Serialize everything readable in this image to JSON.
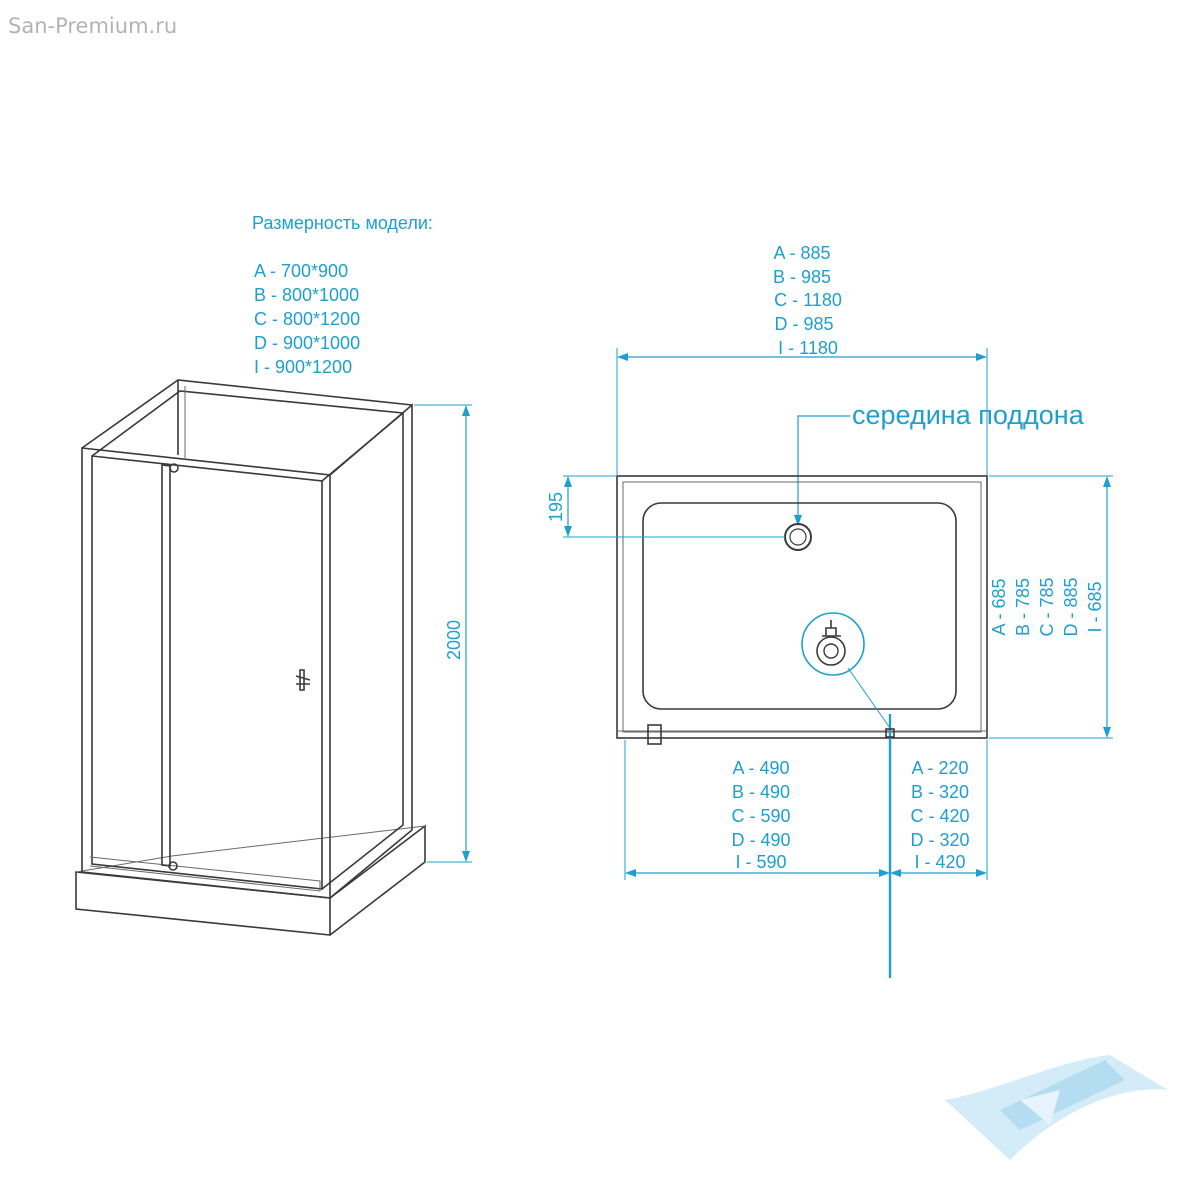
{
  "watermark": "San-Premium.ru",
  "model_sizes": {
    "title": "Размерность модели:",
    "items": [
      "A - 700*900",
      "B - 800*1000",
      "C - 800*1200",
      "D - 900*1000",
      "I   - 900*1200"
    ]
  },
  "height_dim": "2000",
  "top_dims": [
    "A - 885",
    "B - 985",
    "C - 1180",
    "D - 985",
    "I - 1180"
  ],
  "center_label": "середина поддона",
  "drain_offset": "195",
  "side_dims": [
    "A - 685",
    "B - 785",
    "C - 785",
    "D - 885",
    "I - 685"
  ],
  "bottom_left_dims": [
    "A - 490",
    "B - 490",
    "C - 590",
    "D - 490",
    "I - 590"
  ],
  "bottom_right_dims": [
    "A - 220",
    "B - 320",
    "C - 420",
    "D - 320",
    "I - 420"
  ],
  "colors": {
    "accent": "#1e9fd0",
    "outline": "#3a3a3a",
    "watermark": "#b3b3b3"
  }
}
